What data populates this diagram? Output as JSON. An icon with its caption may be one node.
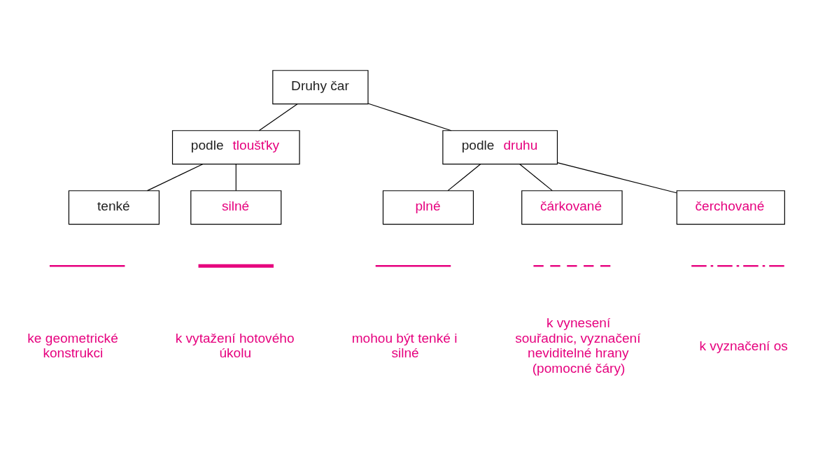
{
  "diagram": {
    "nodes": [
      {
        "text": [
          "Druhy čar"
        ]
      },
      {
        "text": [
          "podle",
          "tloušťky"
        ]
      },
      {
        "text": [
          "podle",
          "druhu"
        ]
      },
      {
        "text": [
          "tenké"
        ]
      },
      {
        "text": [
          "silné"
        ]
      },
      {
        "text": [
          "plné"
        ]
      },
      {
        "text": [
          "čárkované"
        ]
      },
      {
        "text": [
          "čerchované"
        ]
      }
    ],
    "labels": [
      "ke geometrické konstrukci",
      "k vytažení hotového úkolu",
      "mohou být tenké i silné",
      "k vynesení souřadnic, vyznačení neviditelné hrany (pomocné čáry)",
      "k vyznačení os"
    ],
    "edges": [
      {
        "from": 0,
        "to": 1,
        "arrow": "none"
      },
      {
        "from": 0,
        "to": 2,
        "arrow": "none"
      },
      {
        "from": 1,
        "to": 3,
        "arrow": "none"
      },
      {
        "from": 1,
        "to": 4,
        "arrow": "none"
      },
      {
        "from": 2,
        "to": 5,
        "arrow": "none"
      },
      {
        "from": 2,
        "to": 6,
        "arrow": "none"
      },
      {
        "from": 2,
        "to": 7,
        "arrow": "none"
      }
    ]
  }
}
